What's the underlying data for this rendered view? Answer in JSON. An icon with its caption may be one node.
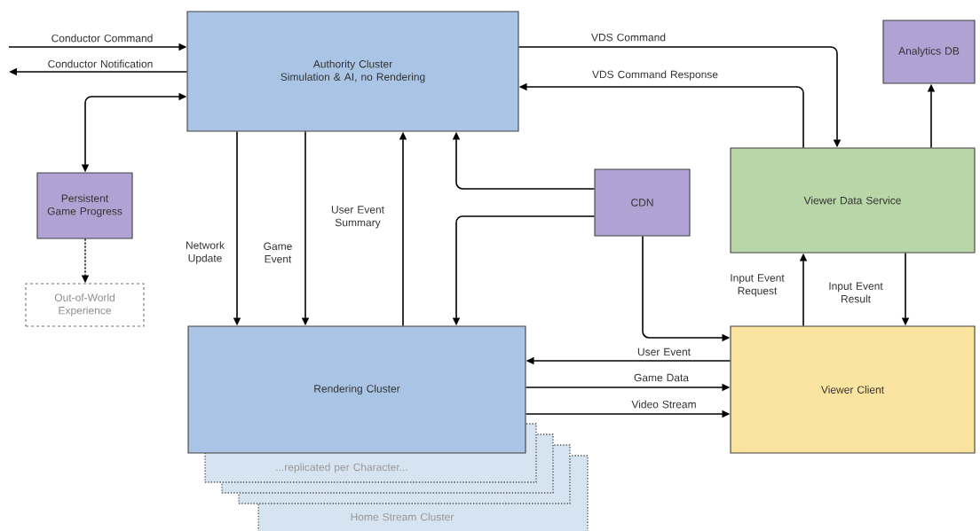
{
  "diagram": {
    "nodes": [
      {
        "text": [
          "Authority Cluster",
          "Simulation & AI, no Rendering"
        ]
      },
      {
        "text": [
          "Analytics DB"
        ]
      },
      {
        "text": [
          "Persistent Game Progress"
        ]
      },
      {
        "text": [
          "CDN"
        ]
      },
      {
        "text": [
          "Viewer Data Service"
        ]
      },
      {
        "text": [
          "Out-of-World Experience"
        ]
      },
      {
        "text": [
          "Rendering Cluster"
        ]
      },
      {
        "text": [
          "Viewer Client"
        ]
      },
      {
        "text": [
          "...replicated per Character..."
        ]
      },
      {
        "text": [],
        "shape": "box"
      },
      {
        "text": [],
        "shape": "box"
      },
      {
        "text": [
          "Home Stream Cluster"
        ]
      }
    ],
    "edges": [
      {
        "from": null,
        "to": 0,
        "arrow": "to",
        "label": "Conductor Command"
      },
      {
        "from": 0,
        "to": null,
        "arrow": "to",
        "label": "Conductor Notification"
      },
      {
        "from": 0,
        "to": 2,
        "arrow": "both"
      },
      {
        "from": 2,
        "to": 5,
        "arrow": "to",
        "style": "dashed"
      },
      {
        "from": 0,
        "to": 6,
        "arrow": "to",
        "label": "Network Update"
      },
      {
        "from": 0,
        "to": 6,
        "arrow": "to",
        "label": "Game Event"
      },
      {
        "from": 6,
        "to": 0,
        "arrow": "to",
        "label": "User Event Summary"
      },
      {
        "from": 3,
        "to": 0,
        "arrow": "to"
      },
      {
        "from": 3,
        "to": 6,
        "arrow": "to"
      },
      {
        "from": 3,
        "to": 7,
        "arrow": "to"
      },
      {
        "from": 0,
        "to": 4,
        "arrow": "to",
        "label": "VDS Command"
      },
      {
        "from": 4,
        "to": 0,
        "arrow": "to",
        "label": "VDS Command Response"
      },
      {
        "from": 4,
        "to": 1,
        "arrow": "to"
      },
      {
        "from": 7,
        "to": 4,
        "arrow": "to",
        "label": "Input Event Request"
      },
      {
        "from": 4,
        "to": 7,
        "arrow": "to",
        "label": "Input Event Result"
      },
      {
        "from": 7,
        "to": 6,
        "arrow": "to",
        "label": "User Event"
      },
      {
        "from": 6,
        "to": 7,
        "arrow": "to",
        "label": "Game Data"
      },
      {
        "from": 6,
        "to": 7,
        "arrow": "to",
        "label": "Video Stream"
      }
    ]
  }
}
